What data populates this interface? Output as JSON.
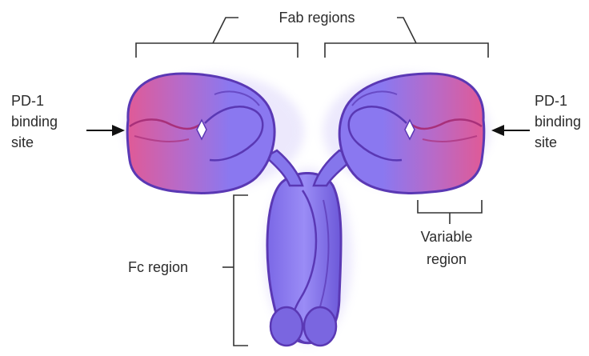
{
  "labels": {
    "fab_regions": "Fab regions",
    "left_site": [
      "PD-1",
      "binding",
      "site"
    ],
    "right_site": [
      "PD-1",
      "binding",
      "site"
    ],
    "fc_region": "Fc region",
    "variable_region": [
      "Variable",
      "region"
    ]
  },
  "colors": {
    "body_blue": "#8a78f0",
    "body_dark": "#5a47cc",
    "tip_pink": "#e05a96",
    "outline": "#5a38b4",
    "tip_outline": "#a8307a"
  },
  "shapes": [
    "heavy-chain-fab-left",
    "heavy-chain-fab-right",
    "fc-stem",
    "pd1-binding-arrow"
  ]
}
